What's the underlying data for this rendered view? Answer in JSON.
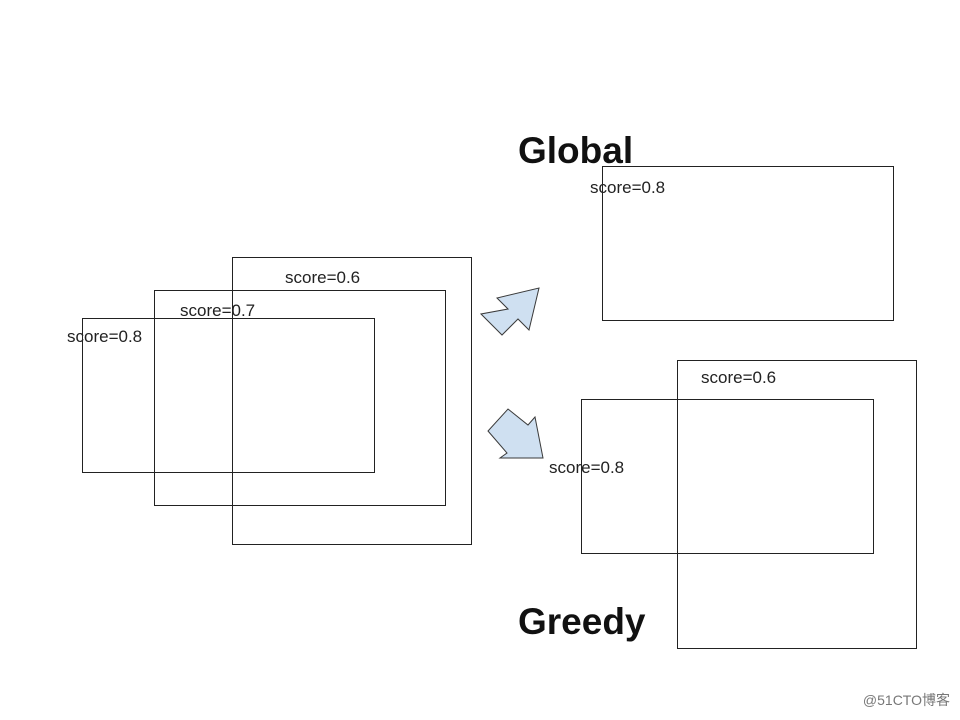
{
  "left_group": {
    "box_a_label": "score=0.6",
    "box_b_label": "score=0.7",
    "box_c_label": "score=0.8"
  },
  "global": {
    "title": "Global",
    "box_label": "score=0.8"
  },
  "greedy": {
    "title": "Greedy",
    "box_back_label": "score=0.6",
    "box_front_label": "score=0.8"
  },
  "arrows": {
    "fill": "#cfe0f1",
    "stroke": "#3a3a3a"
  },
  "watermark": "@51CTO博客"
}
